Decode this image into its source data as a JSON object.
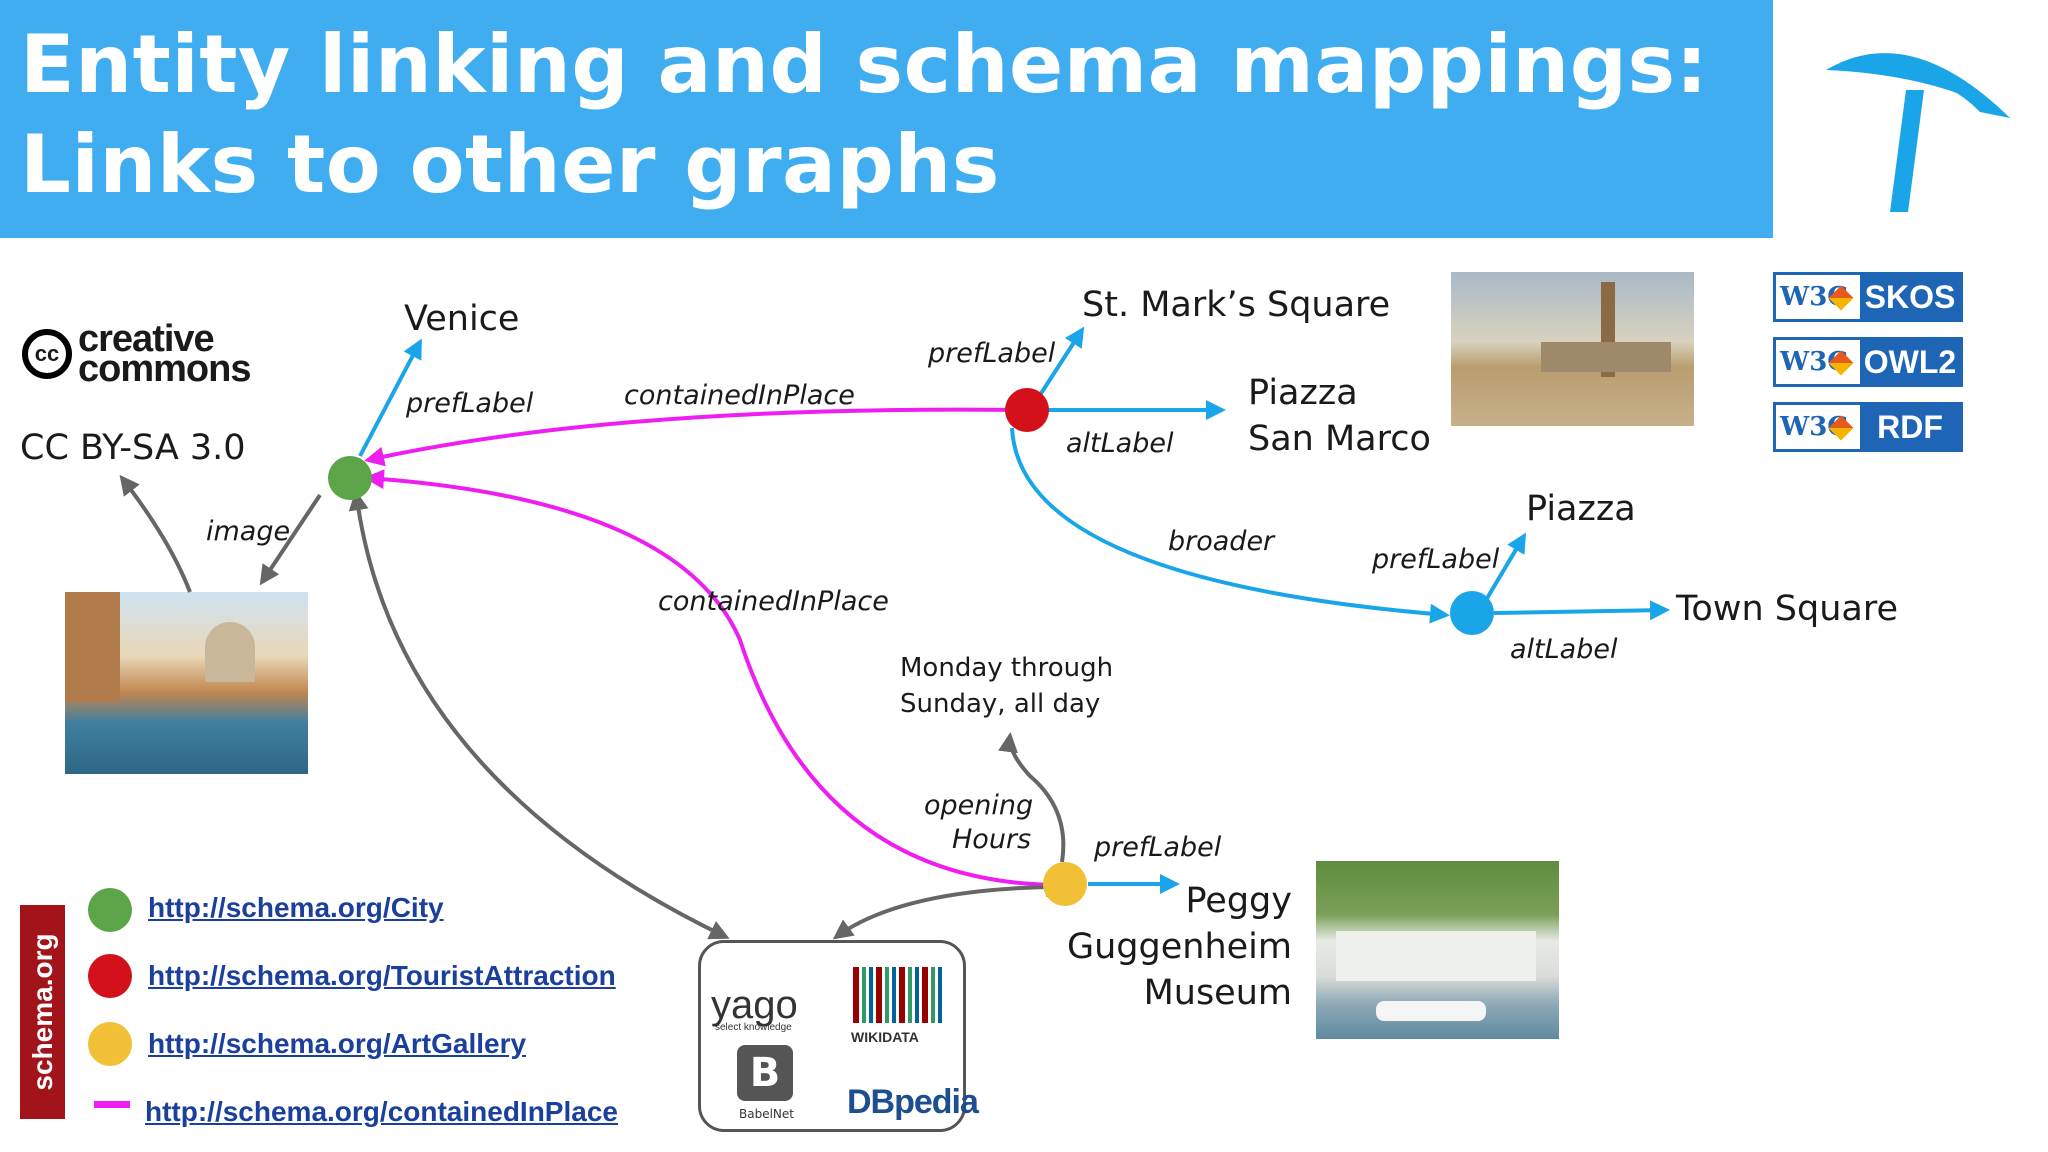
{
  "title": {
    "line1": "Entity linking and schema mappings:",
    "line2": "Links to other graphs"
  },
  "colors": {
    "banner": "#3fadf0",
    "city": "#5ca548",
    "tourist_attraction": "#d4101a",
    "art_gallery": "#f2c037",
    "contained_in_place": "#ee1ef0",
    "concept": "#1aa5e8",
    "gray_edge": "#666666"
  },
  "badges": [
    {
      "org": "W3C",
      "name": "SKOS"
    },
    {
      "org": "W3C",
      "name": "OWL2"
    },
    {
      "org": "W3C",
      "name": "RDF"
    }
  ],
  "creative_commons": {
    "symbol": "cc",
    "line1": "creative",
    "line2": "commons",
    "license": "CC BY-SA 3.0"
  },
  "nodes": {
    "venice": "Venice",
    "st_marks": "St. Mark’s Square",
    "piazza_san_marco_1": "Piazza",
    "piazza_san_marco_2": "San Marco",
    "piazza": "Piazza",
    "town_square": "Town Square",
    "hours_1": "Monday through",
    "hours_2": "Sunday, all day",
    "peggy_1": "Peggy",
    "peggy_2": "Guggenheim",
    "peggy_3": "Museum"
  },
  "edge_labels": {
    "venice_preflabel": "prefLabel",
    "venice_image": "image",
    "stmarks_contained": "containedInPlace",
    "stmarks_preflabel": "prefLabel",
    "stmarks_altlabel": "altLabel",
    "broader": "broader",
    "square_preflabel": "prefLabel",
    "square_altlabel": "altLabel",
    "peggy_contained": "containedInPlace",
    "opening_1": "opening",
    "opening_2": "Hours",
    "peggy_preflabel": "prefLabel"
  },
  "legend": [
    {
      "color": "#5ca548",
      "shape": "dot",
      "link": "http://schema.org/City"
    },
    {
      "color": "#d4101a",
      "shape": "dot",
      "link": "http://schema.org/TouristAttraction"
    },
    {
      "color": "#f2c037",
      "shape": "dot",
      "link": "http://schema.org/ArtGallery"
    },
    {
      "color": "#ee1ef0",
      "shape": "line",
      "link": "http://schema.org/containedInPlace"
    }
  ],
  "schema_side_label": "schema.org",
  "knowledge_graphs": {
    "yago": "yago",
    "yago_sub": "select knowledge",
    "wikidata": "WIKIDATA",
    "babelnet_letter": "B",
    "babelnet": "BabelNet",
    "dbpedia": "DBpedia"
  },
  "icons": [
    "umbrella-icon",
    "cc-icon",
    "w3c-cube-icon"
  ]
}
